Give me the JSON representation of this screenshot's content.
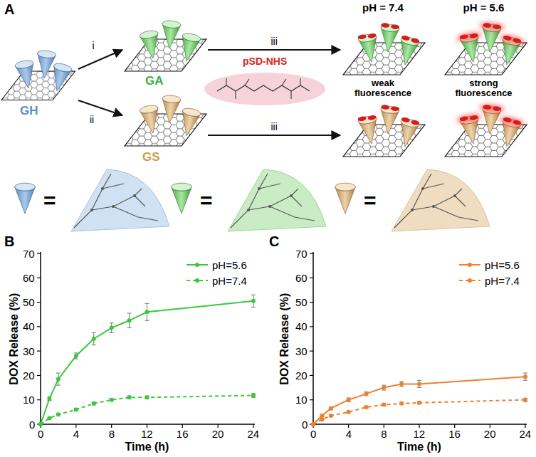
{
  "diagram": {
    "nodes": [
      {
        "text": [
          "GH"
        ]
      },
      {
        "text": [
          "GA"
        ]
      },
      {
        "text": [
          "GS"
        ]
      },
      {
        "text": [
          "pH = 7.4",
          "weak fluorescence"
        ]
      },
      {
        "text": [
          "pH = 5.6",
          "strong fluorescence"
        ]
      }
    ],
    "edges": [
      {
        "from": 0,
        "to": 1,
        "arrow": "to",
        "label": "i"
      },
      {
        "from": 0,
        "to": 2,
        "arrow": "to",
        "label": "ii"
      },
      {
        "from": 1,
        "to": 3,
        "arrow": "to",
        "label": "iii"
      },
      {
        "from": 2,
        "to": 3,
        "arrow": "to",
        "label": "iii"
      }
    ],
    "labels": [
      "A",
      "pSD-NHS",
      "=",
      "=",
      "=",
      "B",
      "0",
      "10",
      "20",
      "30",
      "40",
      "50",
      "60",
      "70",
      "0",
      "4",
      "8",
      "12",
      "16",
      "20",
      "24",
      "DOX Release (%)",
      "Time (h)",
      "C",
      "0",
      "10",
      "20",
      "30",
      "40",
      "50",
      "60",
      "70",
      "0",
      "4",
      "8",
      "12",
      "16",
      "20",
      "24",
      "DOX Release (%)",
      "Time (h)"
    ],
    "legend": [
      {
        "text": "pH=5.6"
      },
      {
        "text": "pH=7.4"
      },
      {
        "text": "pH=5.6"
      },
      {
        "text": "pH=7.4"
      }
    ]
  }
}
